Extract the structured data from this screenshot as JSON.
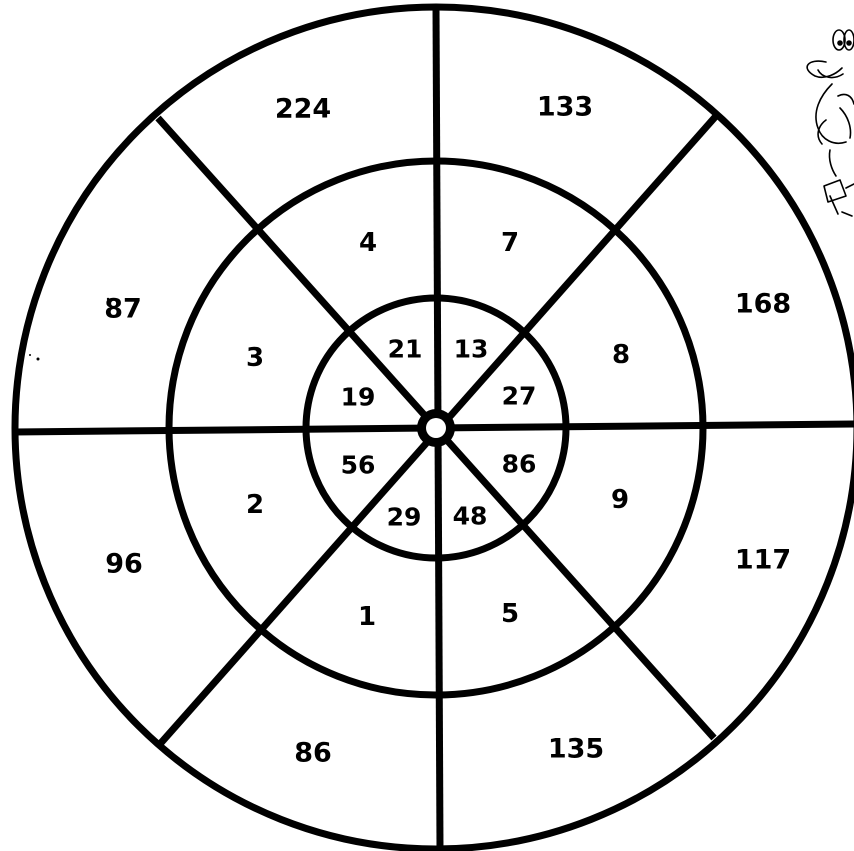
{
  "colors": {
    "ink": "#000000",
    "paper": "#ffffff"
  },
  "target": {
    "outer_ring": [
      "224",
      "133",
      "168",
      "117",
      "135",
      "86",
      "96",
      "87"
    ],
    "middle_ring": [
      "4",
      "7",
      "8",
      "9",
      "5",
      "1",
      "2",
      "3"
    ],
    "inner_ring": [
      "21",
      "13",
      "27",
      "86",
      "48",
      "29",
      "56",
      "19"
    ]
  },
  "decoration": {
    "icon": "cartoon-duck-icon"
  }
}
